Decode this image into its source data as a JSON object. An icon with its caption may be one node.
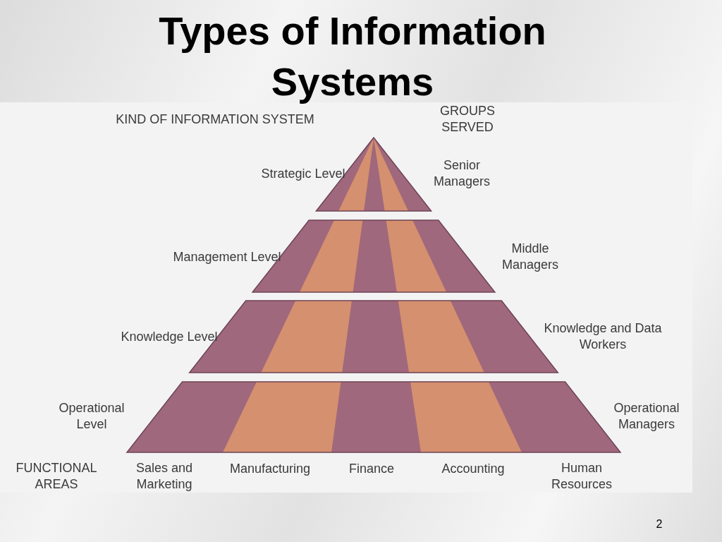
{
  "diagram": {
    "title": "Types of Information Systems",
    "nodes": [
      {
        "text": [],
        "shape": "triangle",
        "beside": [
          "Strategic Level",
          "Senior Managers"
        ]
      },
      {
        "text": [],
        "shape": "trapezoid",
        "beside": [
          "Management Level",
          "Middle Managers"
        ]
      },
      {
        "text": [],
        "shape": "trapezoid",
        "beside": [
          "Knowledge Level",
          "Knowledge and Data Workers"
        ]
      },
      {
        "text": [],
        "shape": "trapezoid",
        "beside": [
          "Operational Level",
          "Operational Managers"
        ]
      }
    ],
    "edges": [],
    "labels": [
      "KIND OF INFORMATION SYSTEM",
      "GROUPS SERVED",
      "FUNCTIONAL AREAS",
      "Sales and Marketing",
      "Manufacturing",
      "Finance",
      "Accounting",
      "Human Resources",
      "2"
    ]
  }
}
